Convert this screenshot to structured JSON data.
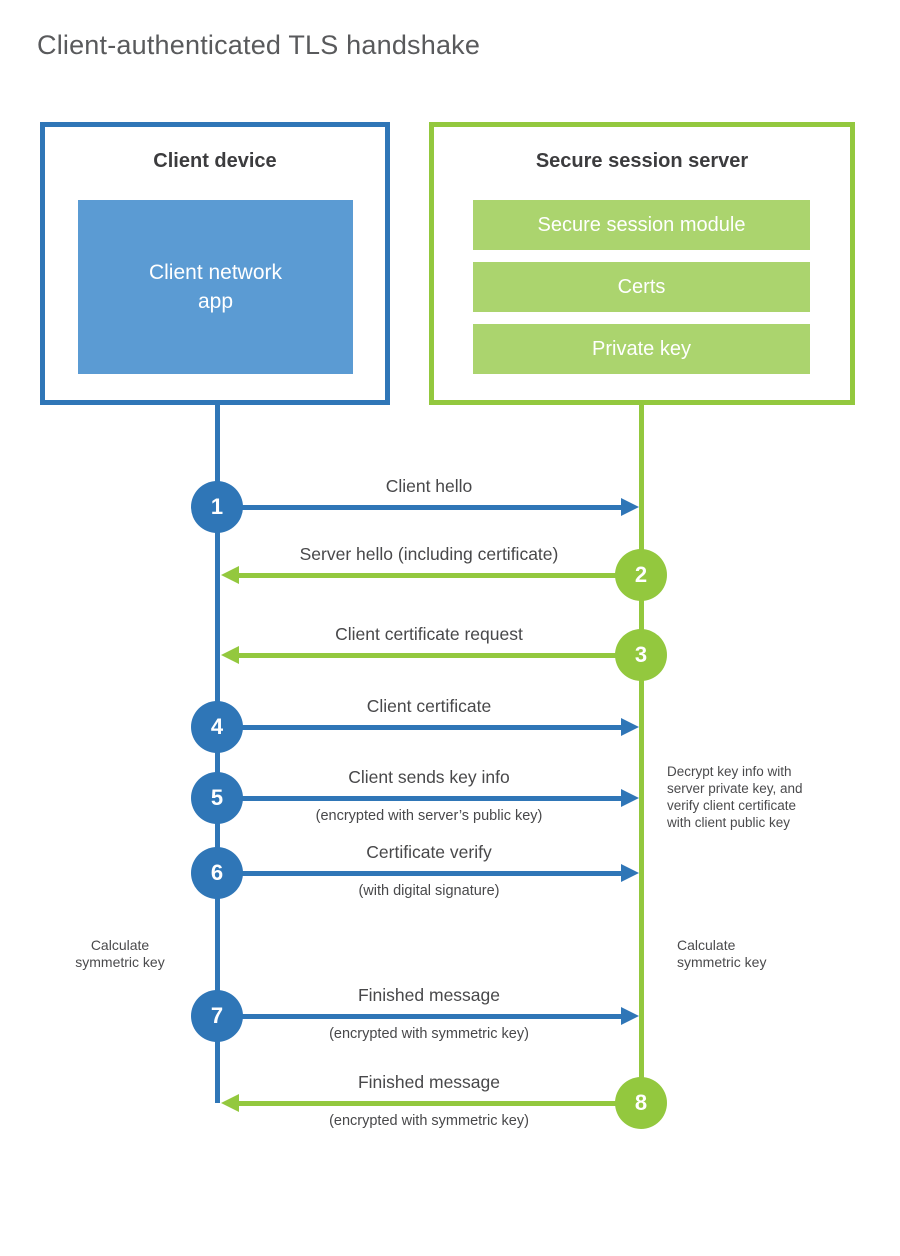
{
  "title": "Client-authenticated TLS handshake",
  "client": {
    "title": "Client device",
    "app_label": "Client network\napp"
  },
  "server": {
    "title": "Secure session server",
    "modules": [
      "Secure session module",
      "Certs",
      "Private key"
    ]
  },
  "messages": [
    {
      "number": "1",
      "label": "Client hello",
      "sublabel": "",
      "from": "client",
      "to": "server"
    },
    {
      "number": "2",
      "label": "Server hello (including certificate)",
      "sublabel": "",
      "from": "server",
      "to": "client"
    },
    {
      "number": "3",
      "label": "Client certificate request",
      "sublabel": "",
      "from": "server",
      "to": "client"
    },
    {
      "number": "4",
      "label": "Client certificate",
      "sublabel": "",
      "from": "client",
      "to": "server"
    },
    {
      "number": "5",
      "label": "Client sends key info",
      "sublabel": "(encrypted with server’s public key)",
      "from": "client",
      "to": "server"
    },
    {
      "number": "6",
      "label": "Certificate verify",
      "sublabel": "(with digital signature)",
      "from": "client",
      "to": "server"
    },
    {
      "number": "7",
      "label": "Finished message",
      "sublabel": "(encrypted with symmetric key)",
      "from": "client",
      "to": "server"
    },
    {
      "number": "8",
      "label": "Finished message",
      "sublabel": "(encrypted with symmetric key)",
      "from": "server",
      "to": "client"
    }
  ],
  "notes": {
    "decrypt": "Decrypt key info with\nserver private key, and\nverify client certificate\nwith client public key",
    "calculate_left": "Calculate\nsymmetric key",
    "calculate_right": "Calculate\nsymmetric key"
  },
  "colors": {
    "blue": "#2f76b7",
    "light_blue": "#5b9bd3",
    "green": "#93c83e",
    "light_green": "#abd46e"
  }
}
